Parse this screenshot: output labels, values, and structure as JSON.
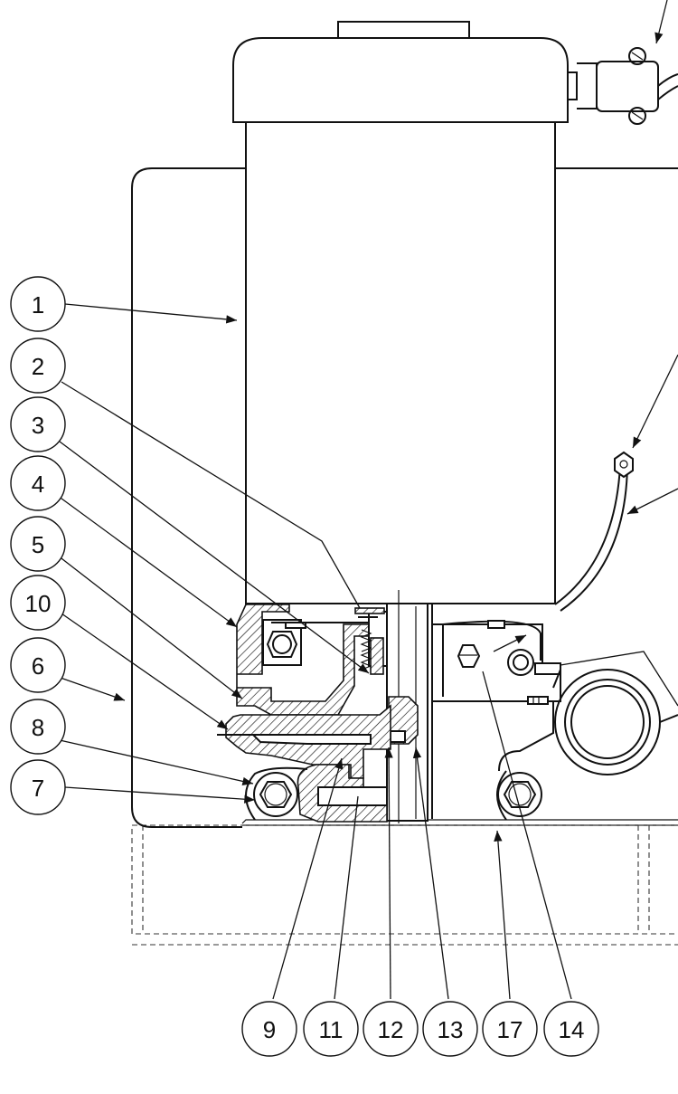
{
  "callouts": [
    {
      "id": "c1",
      "label": "1"
    },
    {
      "id": "c2",
      "label": "2"
    },
    {
      "id": "c3",
      "label": "3"
    },
    {
      "id": "c4",
      "label": "4"
    },
    {
      "id": "c5",
      "label": "5"
    },
    {
      "id": "c10",
      "label": "10"
    },
    {
      "id": "c6",
      "label": "6"
    },
    {
      "id": "c8",
      "label": "8"
    },
    {
      "id": "c7",
      "label": "7"
    },
    {
      "id": "c9",
      "label": "9"
    },
    {
      "id": "c11",
      "label": "11"
    },
    {
      "id": "c12",
      "label": "12"
    },
    {
      "id": "c13",
      "label": "13"
    },
    {
      "id": "c17",
      "label": "17"
    },
    {
      "id": "c14",
      "label": "14"
    }
  ]
}
